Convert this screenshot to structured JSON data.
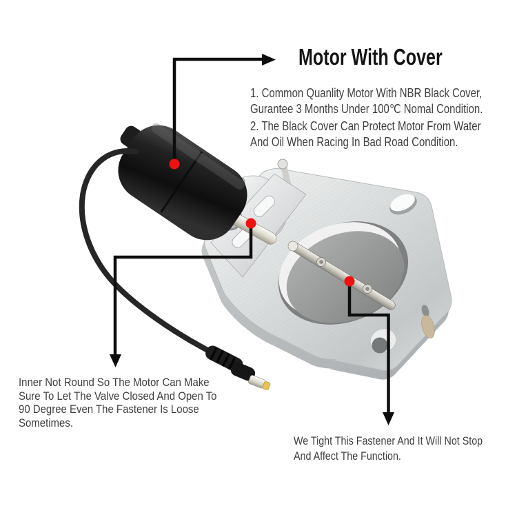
{
  "colors": {
    "accent_red": "#ee1111",
    "callout_line": "#0d0d0d",
    "title_text": "#141414",
    "body_text": "#3e3e3e",
    "background": "#ffffff"
  },
  "callouts": {
    "motor": {
      "title": "Motor With Cover",
      "note1": {
        "line1": "1. Common Quanlity Motor With NBR Black Cover,",
        "line2": "Gurantee 3 Months Under 100℃ Nomal Condition."
      },
      "note2": {
        "line1": "2. The Black Cover Can Protect Motor From Water",
        "line2": "And Oil When Racing In Bad Road Condition."
      }
    },
    "shaft": {
      "line1": "Inner Not Round So The Motor Can Make",
      "line2": "Sure To Let The Valve Closed And Open To",
      "line3": "90 Degree Even The Fastener Is Loose",
      "line4": "Sometimes."
    },
    "fastener": {
      "line1": "We Tight This Fastener And It Will Not Stop",
      "line2": "And Affect The Function."
    }
  }
}
